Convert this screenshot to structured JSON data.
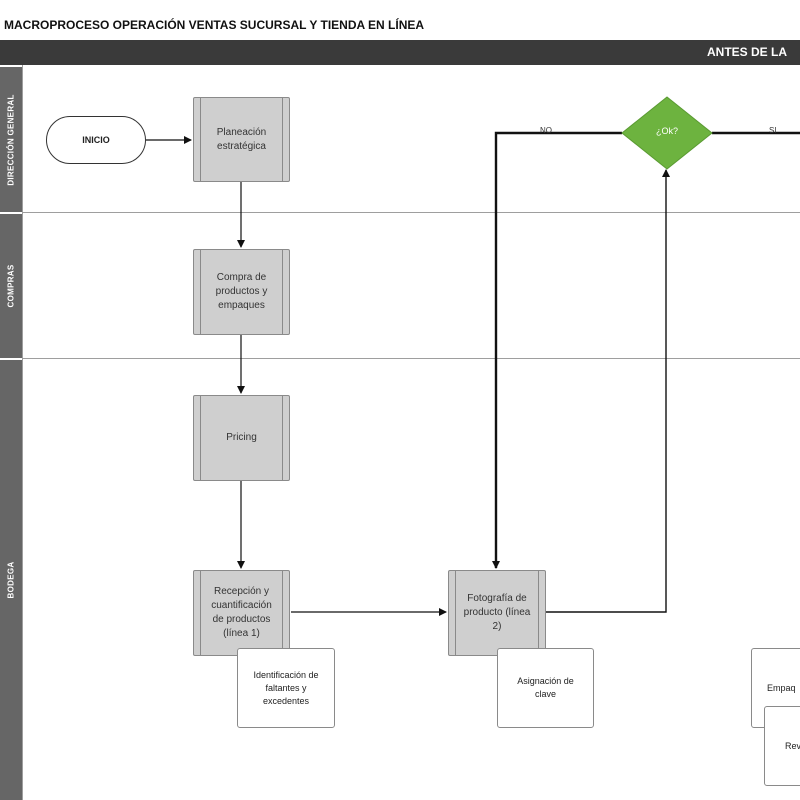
{
  "title": "MACROPROCESO OPERACIÓN VENTAS SUCURSAL Y TIENDA EN LÍNEA",
  "phase": "ANTES DE LA",
  "lanes": {
    "direccion": "DIRECCIÓN GENERAL",
    "compras": "COMPRAS",
    "bodega": "BODEGA"
  },
  "start_label": "INICIO",
  "processes": {
    "planeacion": "Planeación estratégica",
    "compra": "Compra de productos y empaques",
    "pricing": "Pricing",
    "recepcion": "Recepción y cuantificación de productos (línea 1)",
    "fotografia": "Fotografía de producto (línea 2)"
  },
  "notes": {
    "identificacion": "Identificación de faltantes y excedentes",
    "asignacion": "Asignación de clave",
    "empaque_partial": "Empaq",
    "rev_partial": "Rev c"
  },
  "decision": {
    "label": "¿Ok?",
    "no_label": "NO",
    "yes_label": "SI"
  },
  "colors": {
    "decision_fill": "#6db33f",
    "process_fill": "#cfcfcf",
    "lane_bar": "#666666",
    "phase_bar": "#3a3a3a"
  }
}
